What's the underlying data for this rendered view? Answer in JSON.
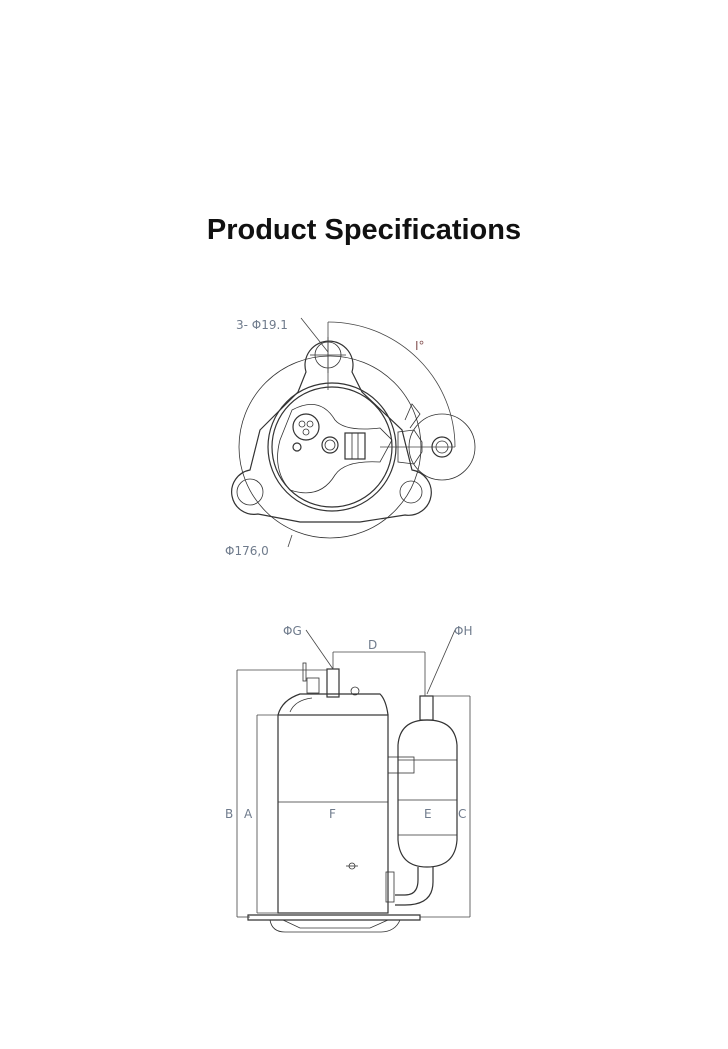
{
  "title": "Product Specifications",
  "top_view": {
    "mount_hole_label": "3- Φ19.1",
    "angle_label": "I°",
    "diameter_label": "Φ176,0"
  },
  "side_view": {
    "labels": {
      "B": "B",
      "A": "A",
      "F": "F",
      "E": "E",
      "C": "C",
      "D": "D",
      "G": "ΦG",
      "H": "ΦH"
    }
  },
  "colors": {
    "label": "#6f7b8c",
    "angle": "#8a5a5a",
    "line": "#333333"
  }
}
